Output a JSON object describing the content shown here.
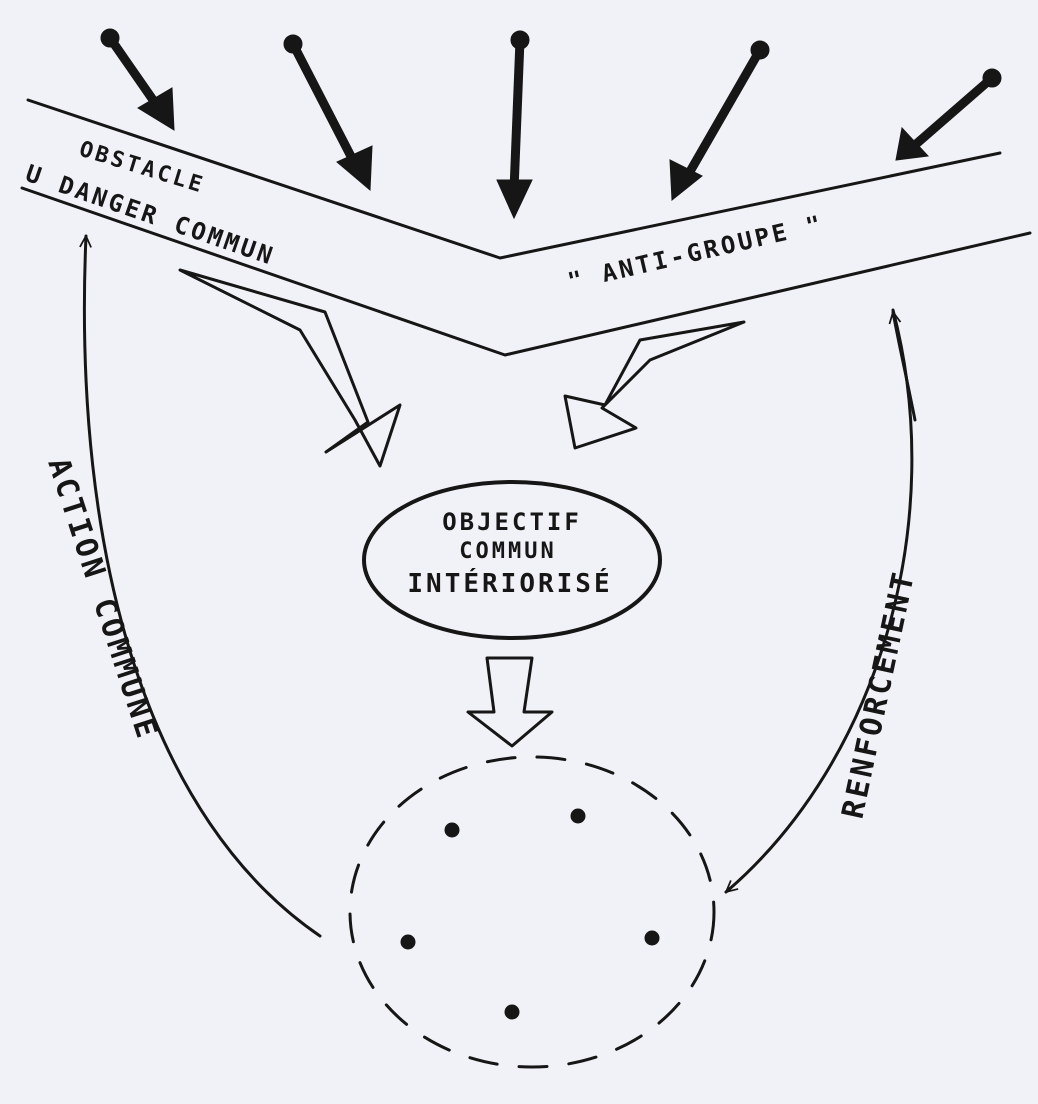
{
  "band_left_line1": "OBSTACLE",
  "band_left_line2": "U DANGER COMMUN",
  "band_right": "\" ANTI-GROUPE \"",
  "objective_line1": "OBJECTIF",
  "objective_line2": "COMMUN",
  "objective_line3": "INTÉRIORISÉ",
  "left_side_label": "ACTION COMMUNE",
  "right_side_label": "RENFORCEMENT",
  "colors": {
    "paper": "#f1f2f8",
    "ink": "#161616"
  }
}
